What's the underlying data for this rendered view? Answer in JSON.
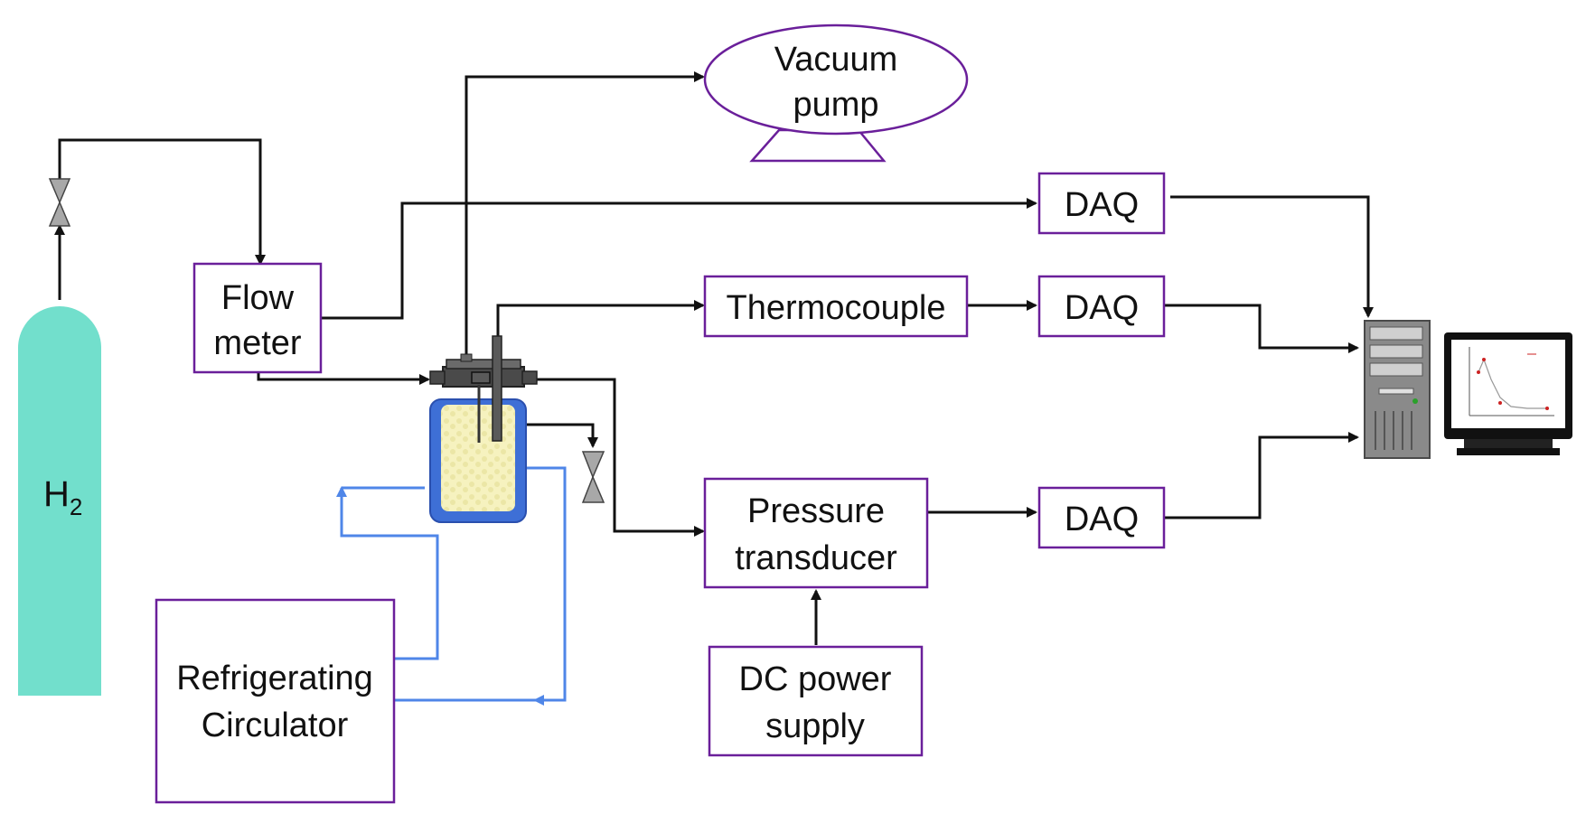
{
  "colors": {
    "box_border": "#6a1f9a",
    "line": "#111111",
    "coolant_line": "#4f86e8",
    "cylinder": "#72dfcc",
    "jacket": "#3e6fd6",
    "adsorbent": "#f6f2bf",
    "valve": "#a8a8a8",
    "device_gray": "#5a5a5a"
  },
  "cylinder": {
    "label_main": "H",
    "label_sub": "2"
  },
  "boxes": {
    "flow_meter": {
      "line1": "Flow",
      "line2": "meter"
    },
    "vacuum_pump": {
      "line1": "Vacuum",
      "line2": "pump"
    },
    "thermocouple": {
      "label": "Thermocouple"
    },
    "pressure_transducer": {
      "line1": "Pressure",
      "line2": "transducer"
    },
    "dc_power": {
      "line1": "DC power",
      "line2": "supply"
    },
    "refrigerating": {
      "line1": "Refrigerating",
      "line2": "Circulator"
    },
    "daq_top": {
      "label": "DAQ"
    },
    "daq_mid": {
      "label": "DAQ"
    },
    "daq_bottom": {
      "label": "DAQ"
    }
  },
  "computer": {
    "icon": "computer-tower-icon",
    "monitor_icon": "monitor-icon"
  }
}
